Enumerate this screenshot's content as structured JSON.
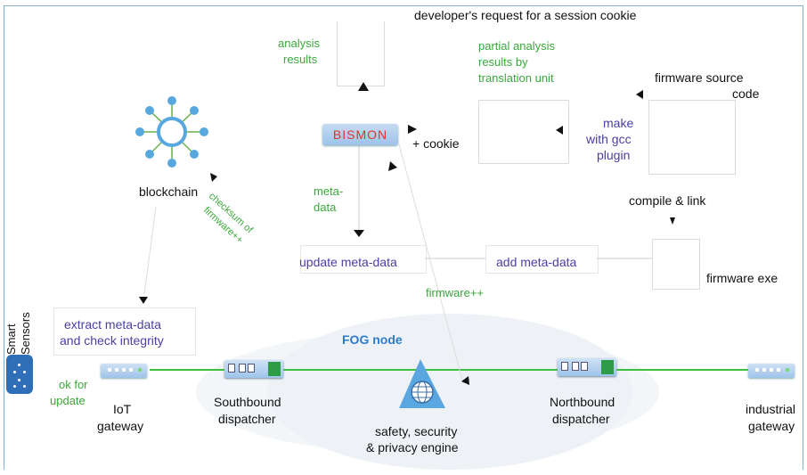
{
  "labels": {
    "session_request": "developer's request for a session cookie",
    "analysis_results_1": "analysis",
    "analysis_results_2": "results",
    "partial_1": "partial analysis",
    "partial_2": "results by",
    "partial_3": "translation unit",
    "fw_source_1": "firmware source",
    "fw_source_2": "code",
    "make_1": "make",
    "make_2": "with gcc",
    "make_3": "plugin",
    "bismon": "BISMON",
    "cookie": "+ cookie",
    "blockchain": "blockchain",
    "checksum_1": "checksum of",
    "checksum_2": "firmware++",
    "metadata_1": "meta-",
    "metadata_2": "data",
    "compile_link": "compile & link",
    "update_meta": "update meta-data",
    "add_meta": "add meta-data",
    "firmware_exe": "firmware exe",
    "firmware_pp": "firmware++",
    "smart_sensors_1": "Smart",
    "smart_sensors_2": "Sensors",
    "extract_1": "extract meta-data",
    "extract_2": "and check integrity",
    "fog_node": "FOG node",
    "ok_1": "ok for",
    "ok_2": "update",
    "iot_1": "IoT",
    "iot_2": "gateway",
    "south_1": "Southbound",
    "south_2": "dispatcher",
    "engine_1": "safety, security",
    "engine_2": "& privacy engine",
    "north_1": "Northbound",
    "north_2": "dispatcher",
    "ind_1": "industrial",
    "ind_2": "gateway"
  },
  "colors": {
    "green": "#3aa83a",
    "purple": "#4a3fa3",
    "bismon_text": "#e0332a",
    "link_line": "#3cbf3c"
  },
  "icons": [
    "blockchain-hub-icon",
    "globe-icon",
    "smart-sensor-icon"
  ]
}
